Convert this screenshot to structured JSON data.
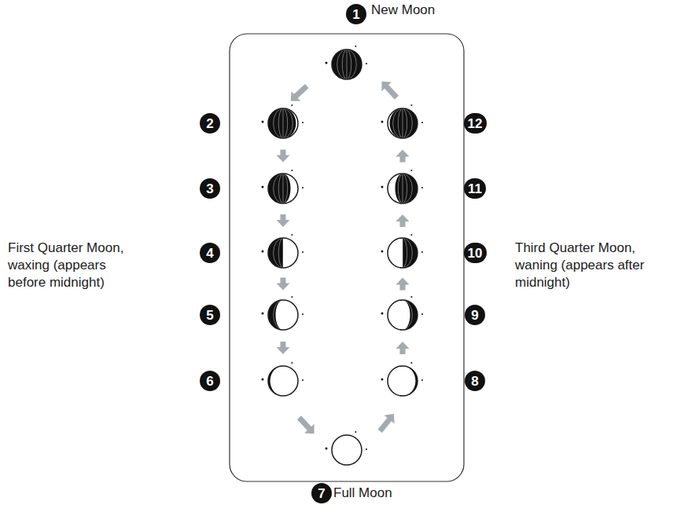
{
  "diagram": {
    "nodes": [
      {
        "text": [
          "1"
        ]
      },
      {
        "text": [
          "2"
        ]
      },
      {
        "text": [
          "12"
        ]
      },
      {
        "text": [
          "3"
        ]
      },
      {
        "text": [
          "11"
        ]
      },
      {
        "text": [
          "4"
        ]
      },
      {
        "text": [
          "10"
        ]
      },
      {
        "text": [
          "5"
        ]
      },
      {
        "text": [
          "9"
        ]
      },
      {
        "text": [
          "6"
        ]
      },
      {
        "text": [
          "8"
        ]
      },
      {
        "text": [
          "7"
        ]
      }
    ],
    "labels": [
      "New Moon",
      "First Quarter Moon, waxing (appears before midnight)",
      "Third Quarter Moon, waning (appears after midnight)",
      "Full Moon"
    ]
  }
}
